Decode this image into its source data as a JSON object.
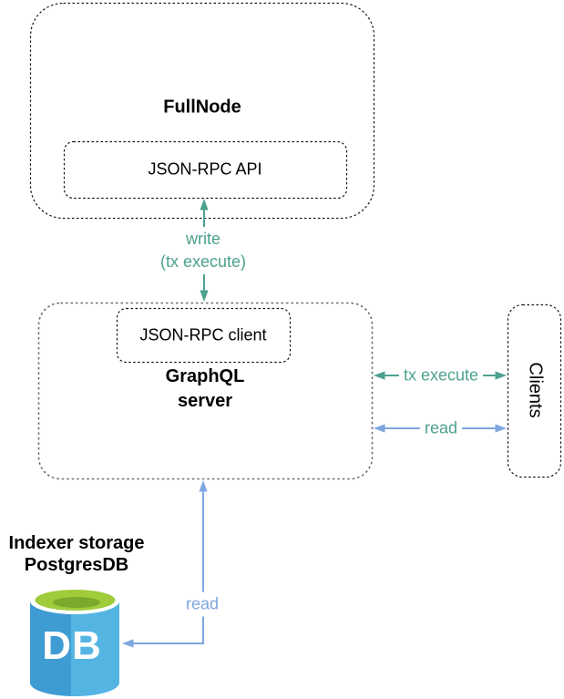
{
  "nodes": {
    "fullnode": {
      "title": "FullNode"
    },
    "json_rpc_api": {
      "label": "JSON-RPC API"
    },
    "graphql_server": {
      "title_line1": "GraphQL",
      "title_line2": "server"
    },
    "json_rpc_client": {
      "label": "JSON-RPC client"
    },
    "clients": {
      "label": "Clients"
    },
    "indexer_storage": {
      "title_line1": "Indexer storage",
      "title_line2": "PostgresDB",
      "db_icon_label": "DB"
    }
  },
  "edges": {
    "write_tx": {
      "label_line1": "write",
      "label_line2": "(tx execute)",
      "direction": "bidirectional"
    },
    "tx_execute": {
      "label": "tx execute",
      "direction": "bidirectional"
    },
    "read_clients": {
      "label": "read",
      "direction": "bidirectional"
    },
    "read_db": {
      "label": "read",
      "direction": "bidirectional"
    }
  },
  "colors": {
    "arrow_teal": "#4DA18F",
    "arrow_blue": "#7EA6E0",
    "box_border": "#141414",
    "graphql_box_border": "#6B6B6B",
    "db_blue_light": "#54B5E3",
    "db_blue_dark": "#3E9CD2",
    "db_green": "#A0CB3B",
    "db_green_shadow": "#7BA92B",
    "db_text": "#FFFFFF"
  }
}
